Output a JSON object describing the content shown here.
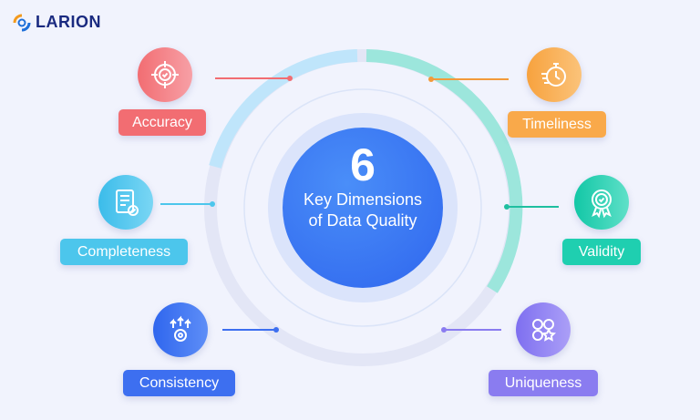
{
  "brand": {
    "name": "LARION"
  },
  "center": {
    "number": "6",
    "line1": "Key Dimensions",
    "line2": "of Data Quality"
  },
  "dimensions": [
    {
      "label": "Accuracy",
      "icon": "target-check-icon",
      "color": "#f26d72"
    },
    {
      "label": "Timeliness",
      "icon": "stopwatch-icon",
      "color": "#f9a94a"
    },
    {
      "label": "Completeness",
      "icon": "checklist-icon",
      "color": "#4cc6ec"
    },
    {
      "label": "Validity",
      "icon": "badge-check-icon",
      "color": "#1fcfb0"
    },
    {
      "label": "Consistency",
      "icon": "gear-arrows-icon",
      "color": "#3d6ff0"
    },
    {
      "label": "Uniqueness",
      "icon": "shapes-star-icon",
      "color": "#8a7cf0"
    }
  ]
}
